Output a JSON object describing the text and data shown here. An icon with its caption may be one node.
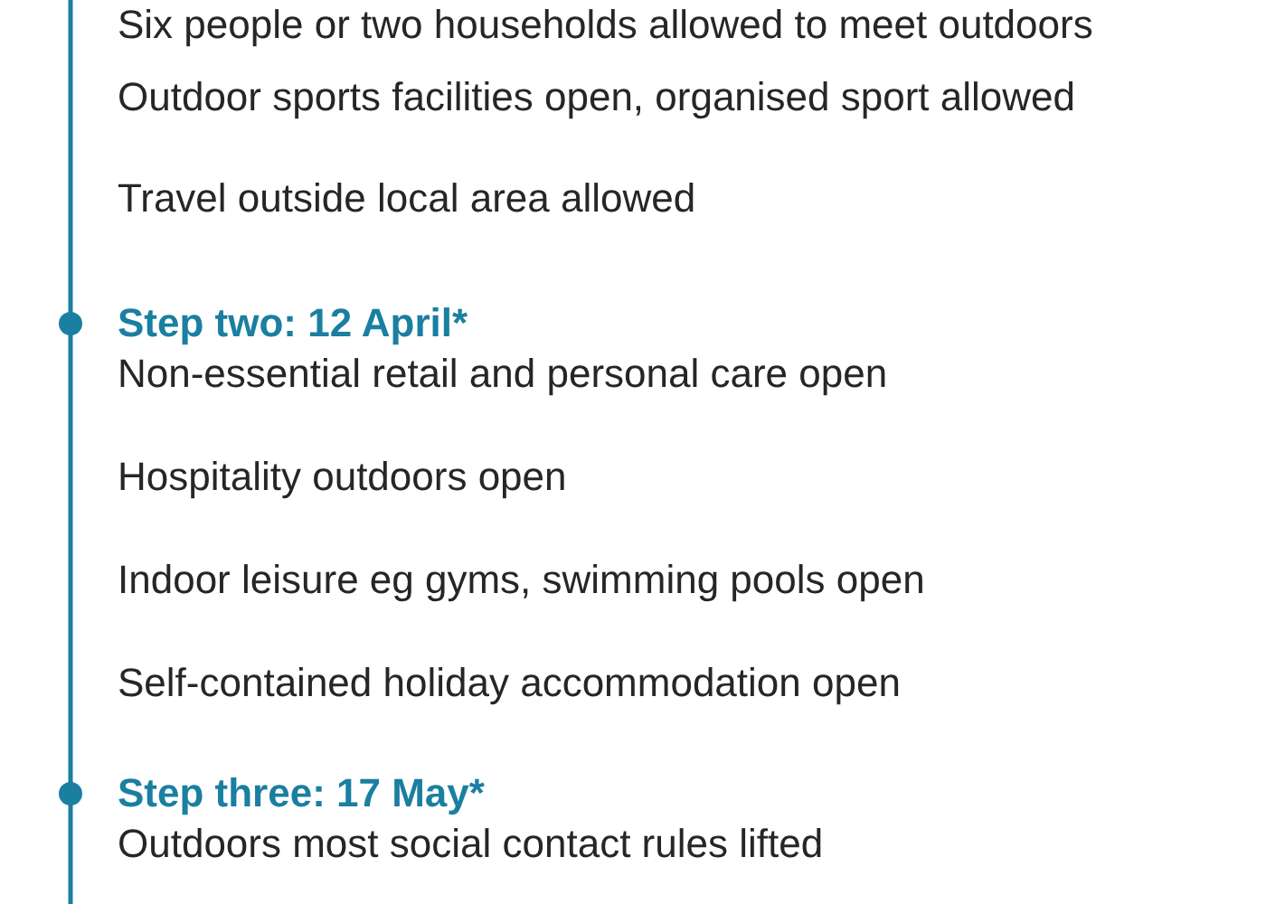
{
  "diagram": {
    "labels": [
      "Six people or two households allowed to meet outdoors",
      "Outdoor sports facilities open, organised sport allowed",
      "Travel outside local area allowed",
      "Step two: 12 April*",
      "Non-essential retail and personal care open",
      "Hospitality outdoors open",
      "Indoor leisure eg gyms, swimming pools open",
      "Self-contained holiday accommodation open",
      "Step three: 17 May*",
      "Outdoors most social contact rules lifted"
    ]
  }
}
